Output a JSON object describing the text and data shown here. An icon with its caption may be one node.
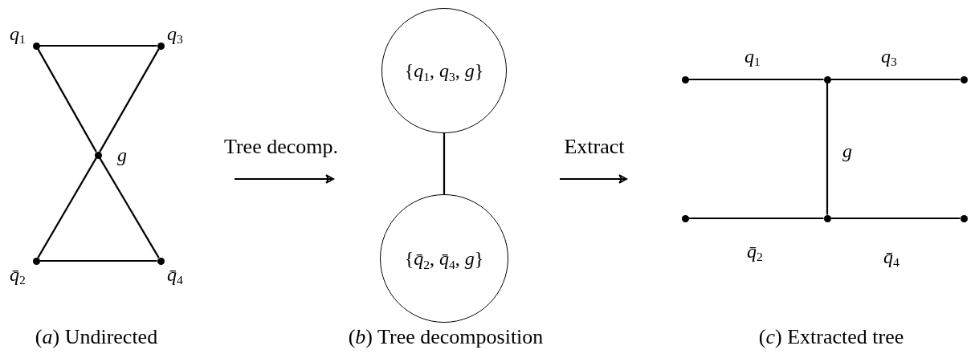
{
  "diagram": {
    "nodes": [
      {
        "text": [],
        "shape": "circle",
        "beside": [
          "*q*$_{1}$"
        ]
      },
      {
        "text": [],
        "shape": "circle",
        "beside": [
          "*q*$_{3}$"
        ]
      },
      {
        "text": [],
        "shape": "circle",
        "beside": [
          "*g*"
        ]
      },
      {
        "text": [],
        "shape": "circle",
        "beside": [
          "*q̄*$_{2}$"
        ]
      },
      {
        "text": [],
        "shape": "circle",
        "beside": [
          "*q̄*$_{4}$"
        ]
      },
      {
        "text": [
          "{*q*$_{1}$, *q*$_{3}$, *g*}"
        ]
      },
      {
        "text": [
          "{*q̄*$_{2}$, *q̄*$_{4}$, *g*}"
        ]
      },
      {
        "text": [],
        "shape": "circle"
      },
      {
        "text": [],
        "shape": "circle"
      },
      {
        "text": [],
        "shape": "circle"
      },
      {
        "text": [],
        "shape": "circle"
      },
      {
        "text": [],
        "shape": "circle"
      },
      {
        "text": [],
        "shape": "circle"
      }
    ],
    "edges": [
      {
        "from": 0,
        "to": 1,
        "arrow": "none"
      },
      {
        "from": 0,
        "to": 2,
        "arrow": "none"
      },
      {
        "from": 1,
        "to": 2,
        "arrow": "none"
      },
      {
        "from": 2,
        "to": 3,
        "arrow": "none"
      },
      {
        "from": 2,
        "to": 4,
        "arrow": "none"
      },
      {
        "from": 3,
        "to": 4,
        "arrow": "none"
      },
      {
        "from": 5,
        "to": 6,
        "arrow": "none"
      },
      {
        "from": 7,
        "to": 8,
        "label": "*q*$_{1}$",
        "arrow": "none"
      },
      {
        "from": 8,
        "to": 9,
        "label": "*q*$_{3}$",
        "arrow": "none"
      },
      {
        "from": 8,
        "to": 11,
        "label": "*g*",
        "arrow": "none"
      },
      {
        "from": 10,
        "to": 11,
        "label": "*q̄*$_{2}$",
        "arrow": "none"
      },
      {
        "from": 11,
        "to": 12,
        "label": "*q̄*$_{4}$",
        "arrow": "none"
      }
    ],
    "labels": [
      "Tree decomp.",
      "Extract",
      "(*a*) Undirected",
      "(*b*) Tree decomposition",
      "(*c*) Extracted tree"
    ]
  }
}
